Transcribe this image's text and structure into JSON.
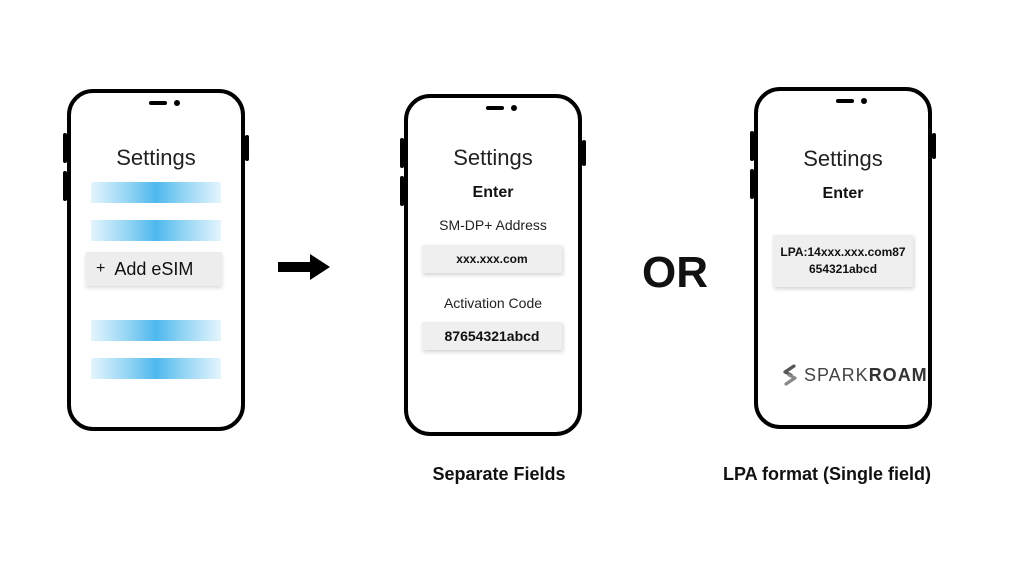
{
  "phone1": {
    "title": "Settings",
    "add_button": {
      "icon": "+",
      "label": "Add eSIM"
    }
  },
  "phone2": {
    "title": "Settings",
    "subtitle": "Enter",
    "address_label": "SM-DP+ Address",
    "address_value": "xxx.xxx.com",
    "code_label": "Activation Code",
    "code_value": "87654321abcd"
  },
  "phone3": {
    "title": "Settings",
    "subtitle": "Enter",
    "lpa_line1": "LPA:14xxx.xxx.com87",
    "lpa_line2": "654321abcd",
    "logo": {
      "brand_light": "SPARK",
      "brand_bold": "ROAM"
    }
  },
  "or_text": "OR",
  "captions": {
    "separate": "Separate Fields",
    "lpa": "LPA format (Single field)"
  },
  "colors": {
    "bar_accent": "#4db8ee",
    "field_bg": "#efefef",
    "outline": "#000000"
  },
  "icons": [
    "right-arrow-icon",
    "sparkroam-logo-icon"
  ]
}
